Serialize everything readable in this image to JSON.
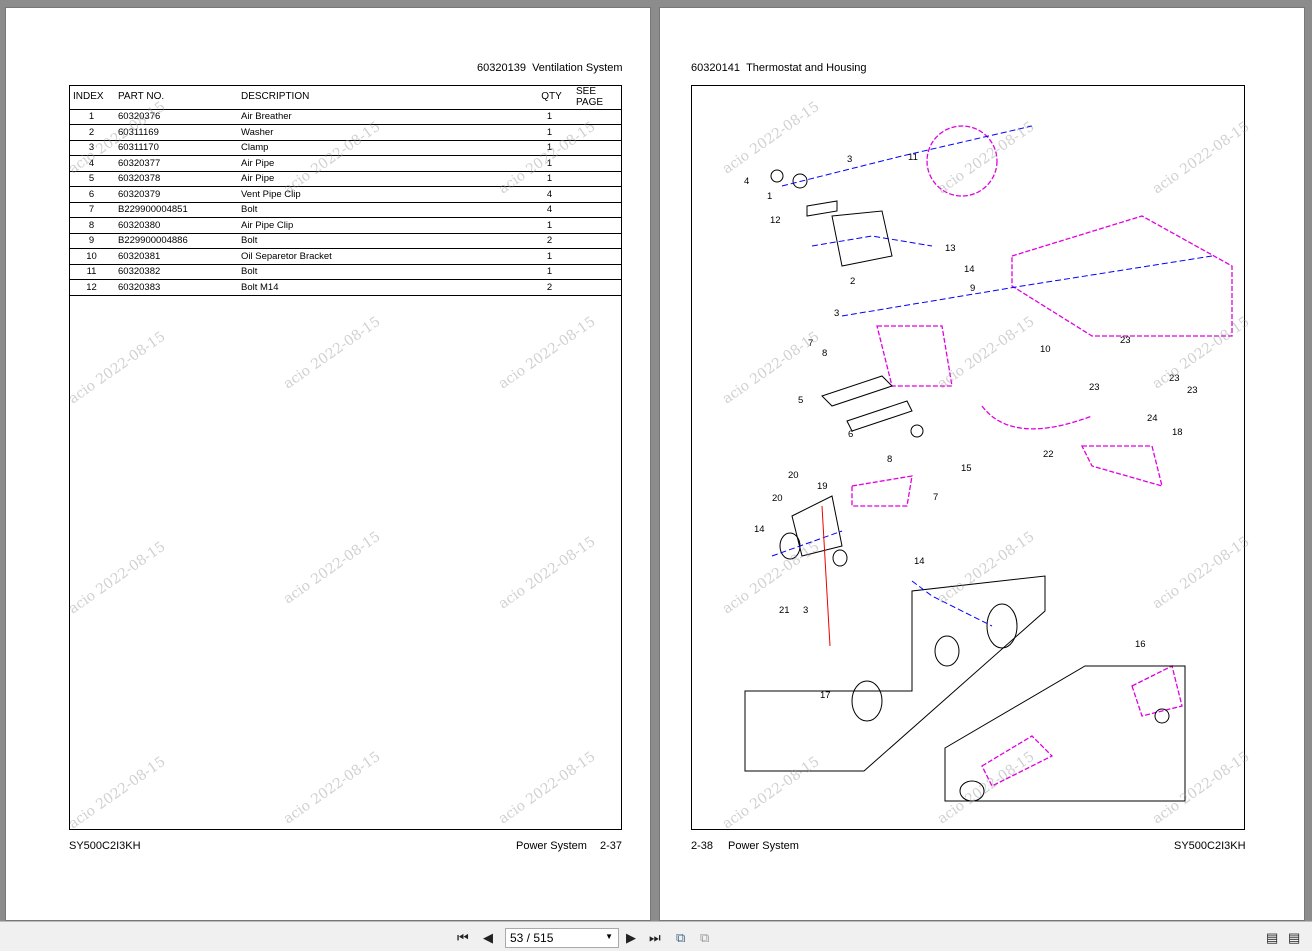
{
  "watermark": "acio 2022-08-15",
  "left_page": {
    "header": {
      "code": "60320139",
      "title": "Ventilation System"
    },
    "columns": [
      "INDEX",
      "PART NO.",
      "DESCRIPTION",
      "QTY",
      "SEE PAGE"
    ],
    "rows": [
      [
        "1",
        "60320376",
        "Air Breather",
        "1",
        ""
      ],
      [
        "2",
        "60311169",
        "Washer",
        "1",
        ""
      ],
      [
        "3",
        "60311170",
        "Clamp",
        "1",
        ""
      ],
      [
        "4",
        "60320377",
        "Air Pipe",
        "1",
        ""
      ],
      [
        "5",
        "60320378",
        "Air Pipe",
        "1",
        ""
      ],
      [
        "6",
        "60320379",
        "Vent Pipe Clip",
        "4",
        ""
      ],
      [
        "7",
        "B229900004851",
        "Bolt",
        "4",
        ""
      ],
      [
        "8",
        "60320380",
        "Air Pipe Clip",
        "1",
        ""
      ],
      [
        "9",
        "B229900004886",
        "Bolt",
        "2",
        ""
      ],
      [
        "10",
        "60320381",
        "Oil Separetor Bracket",
        "1",
        ""
      ],
      [
        "11",
        "60320382",
        "Bolt",
        "1",
        ""
      ],
      [
        "12",
        "60320383",
        "Bolt M14",
        "2",
        ""
      ]
    ],
    "footer": {
      "model": "SY500C2I3KH",
      "section": "Power System",
      "page": "2-37"
    }
  },
  "right_page": {
    "header": {
      "code": "60320141",
      "title": "Thermostat and Housing"
    },
    "callouts": [
      "4",
      "1",
      "3",
      "11",
      "12",
      "13",
      "14",
      "2",
      "3",
      "9",
      "7",
      "8",
      "10",
      "23",
      "23",
      "23",
      "23",
      "24",
      "18",
      "5",
      "6",
      "8",
      "15",
      "7",
      "22",
      "20",
      "20",
      "19",
      "14",
      "21",
      "3",
      "14",
      "17",
      "16"
    ],
    "footer": {
      "page": "2-38",
      "section": "Power System",
      "model": "SY500C2I3KH"
    }
  },
  "toolbar": {
    "page_indicator": "53 / 515"
  }
}
